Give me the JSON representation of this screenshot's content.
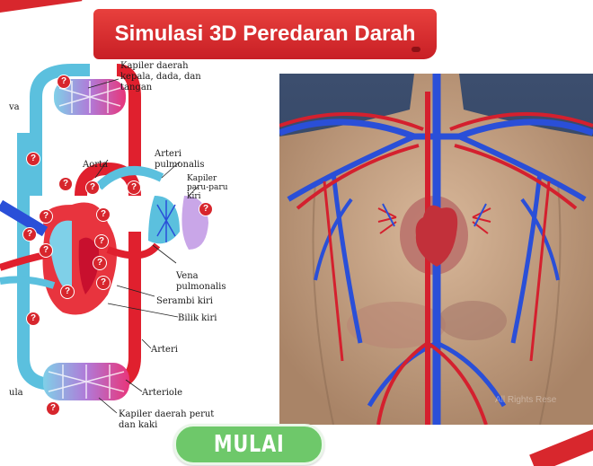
{
  "header": {
    "title": "Simulasi 3D Peredaran Darah"
  },
  "diagram": {
    "labels": {
      "kapiler_atas": "Kapiler daerah kepala, dada, dan tangan",
      "vena_cut": "va",
      "aorta": "Aorta",
      "arteri_pulmonalis": "Arteri pulmonalis",
      "kapiler_paru": "Kapiler paru-paru kiri",
      "vena_pulmonalis": "Vena pulmonalis",
      "serambi_kiri": "Serambi kiri",
      "bilik_kiri": "Bilik kiri",
      "arteri": "Arteri",
      "arteriole": "Arteriole",
      "venula_cut": "ula",
      "kapiler_bawah": "Kapiler daerah perut dan kaki"
    },
    "question_mark": "?"
  },
  "anatomy": {
    "watermark": "All Rights Rese"
  },
  "actions": {
    "start_label": "MULAI"
  },
  "colors": {
    "banner": "#d8272d",
    "start": "#6ec86a",
    "artery": "#e0202e",
    "vein": "#2a4fd8"
  }
}
